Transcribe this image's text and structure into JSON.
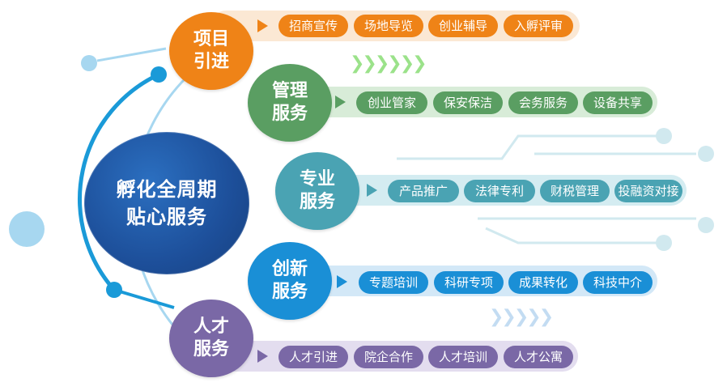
{
  "center": {
    "line1": "孵化全周期",
    "line2": "贴心服务"
  },
  "nodes": [
    {
      "line1": "项目",
      "line2": "引进",
      "color": "#ef8317",
      "items": [
        "招商宣传",
        "场地导览",
        "创业辅导",
        "入孵评审"
      ],
      "band_color": "#fbe8d4",
      "pill_color": "#ef8317"
    },
    {
      "line1": "管理",
      "line2": "服务",
      "color": "#5a9e62",
      "items": [
        "创业管家",
        "保安保洁",
        "会务服务",
        "设备共享"
      ],
      "band_color": "#d8ecd8",
      "pill_color": "#5a9e62"
    },
    {
      "line1": "专业",
      "line2": "服务",
      "color": "#4aa3b3",
      "items": [
        "产品推广",
        "法律专利",
        "财税管理",
        "投融资对接"
      ],
      "band_color": "#d4ecf1",
      "pill_color": "#4aa3b3"
    },
    {
      "line1": "创新",
      "line2": "服务",
      "color": "#1a8fd6",
      "items": [
        "专题培训",
        "科研专项",
        "成果转化",
        "科技中介"
      ],
      "band_color": "#d3e8f7",
      "pill_color": "#1a8fd6"
    },
    {
      "line1": "人才",
      "line2": "服务",
      "color": "#7a68a6",
      "items": [
        "人才引进",
        "院企合作",
        "人才培训",
        "人才公寓"
      ],
      "band_color": "#e3ddef",
      "pill_color": "#7a68a6"
    }
  ],
  "icons": [
    "play-arrow-icon",
    "chevron-right-icon"
  ],
  "colors": {
    "center": "#1d4f9a",
    "ring": "#1a9ad8",
    "ring_light": "#a7d7f0"
  }
}
